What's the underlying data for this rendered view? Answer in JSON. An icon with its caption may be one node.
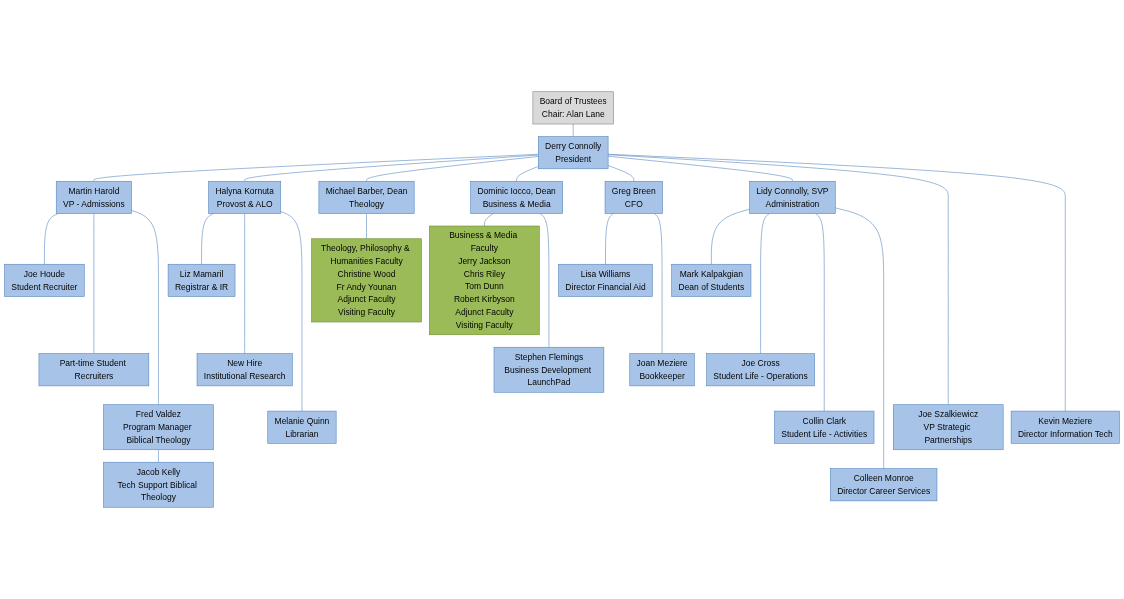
{
  "diagram": {
    "nodes": [
      {
        "text": [
          "Board of Trustees",
          "Chair: Alan Lane"
        ]
      },
      {
        "text": [
          "Derry Connolly",
          "President"
        ]
      },
      {
        "text": [
          "Martin Harold",
          "VP - Admissions"
        ]
      },
      {
        "text": [
          "Joe Houde",
          "Student Recruiter"
        ]
      },
      {
        "text": [
          "Part-time Student Recruiters"
        ]
      },
      {
        "text": [
          "Fred Valdez",
          "Program Manager Biblical Theology"
        ]
      },
      {
        "text": [
          "Jacob Kelly",
          "Tech Support Biblical Theology"
        ]
      },
      {
        "text": [
          "Halyna Kornuta",
          "Provost & ALO"
        ]
      },
      {
        "text": [
          "Liz Mamaril",
          "Registrar & IR"
        ]
      },
      {
        "text": [
          "New Hire",
          "Institutional Research"
        ]
      },
      {
        "text": [
          "Melanie Quinn",
          "Librarian"
        ]
      },
      {
        "text": [
          "Michael Barber, Dean",
          "Theology"
        ]
      },
      {
        "text": [
          "Theology, Philosophy & Humanities Faculty",
          "Christine Wood",
          "Fr Andy Younan",
          "Adjunct Faculty",
          "Visiting Faculty"
        ]
      },
      {
        "text": [
          "Dominic Iocco, Dean",
          "Business & Media"
        ]
      },
      {
        "text": [
          "Business & Media Faculty",
          "Jerry Jackson",
          "Chris Riley",
          "Tom Dunn",
          "Robert Kirbyson",
          "Adjunct Faculty",
          "Visiting Faculty"
        ]
      },
      {
        "text": [
          "Stephen Flemings",
          "Business Development LaunchPad"
        ]
      },
      {
        "text": [
          "Greg Breen",
          "CFO"
        ]
      },
      {
        "text": [
          "Lisa Williams",
          "Director Financial Aid"
        ]
      },
      {
        "text": [
          "Joan Meziere",
          "Bookkeeper"
        ]
      },
      {
        "text": [
          "Lidy Connolly, SVP",
          "Administration"
        ]
      },
      {
        "text": [
          "Mark Kalpakgian",
          "Dean of Students"
        ]
      },
      {
        "text": [
          "Joe Cross",
          "Student Life - Operations"
        ]
      },
      {
        "text": [
          "Collin Clark",
          "Student Life - Activities"
        ]
      },
      {
        "text": [
          "Colleen Monroe",
          "Director Career Services"
        ]
      },
      {
        "text": [
          "Joe Szalkiewicz",
          "VP Strategic Partnerships"
        ]
      },
      {
        "text": [
          "Kevin Meziere",
          "Director Information Tech"
        ]
      }
    ],
    "edges": [
      {
        "from": 0,
        "to": 1,
        "arrow": "none"
      },
      {
        "from": 1,
        "to": 2,
        "arrow": "none"
      },
      {
        "from": 1,
        "to": 7,
        "arrow": "none"
      },
      {
        "from": 1,
        "to": 11,
        "arrow": "none"
      },
      {
        "from": 1,
        "to": 13,
        "arrow": "none"
      },
      {
        "from": 1,
        "to": 16,
        "arrow": "none"
      },
      {
        "from": 1,
        "to": 19,
        "arrow": "none"
      },
      {
        "from": 1,
        "to": 24,
        "arrow": "none"
      },
      {
        "from": 1,
        "to": 25,
        "arrow": "none"
      },
      {
        "from": 2,
        "to": 3,
        "arrow": "none"
      },
      {
        "from": 2,
        "to": 4,
        "arrow": "none"
      },
      {
        "from": 2,
        "to": 5,
        "arrow": "none"
      },
      {
        "from": 5,
        "to": 6,
        "arrow": "none"
      },
      {
        "from": 7,
        "to": 8,
        "arrow": "none"
      },
      {
        "from": 7,
        "to": 9,
        "arrow": "none"
      },
      {
        "from": 7,
        "to": 10,
        "arrow": "none"
      },
      {
        "from": 11,
        "to": 12,
        "arrow": "none"
      },
      {
        "from": 13,
        "to": 14,
        "arrow": "none"
      },
      {
        "from": 13,
        "to": 15,
        "arrow": "none"
      },
      {
        "from": 16,
        "to": 17,
        "arrow": "none"
      },
      {
        "from": 16,
        "to": 18,
        "arrow": "none"
      },
      {
        "from": 19,
        "to": 20,
        "arrow": "none"
      },
      {
        "from": 19,
        "to": 21,
        "arrow": "none"
      },
      {
        "from": 19,
        "to": 22,
        "arrow": "none"
      },
      {
        "from": 19,
        "to": 23,
        "arrow": "none"
      }
    ]
  }
}
